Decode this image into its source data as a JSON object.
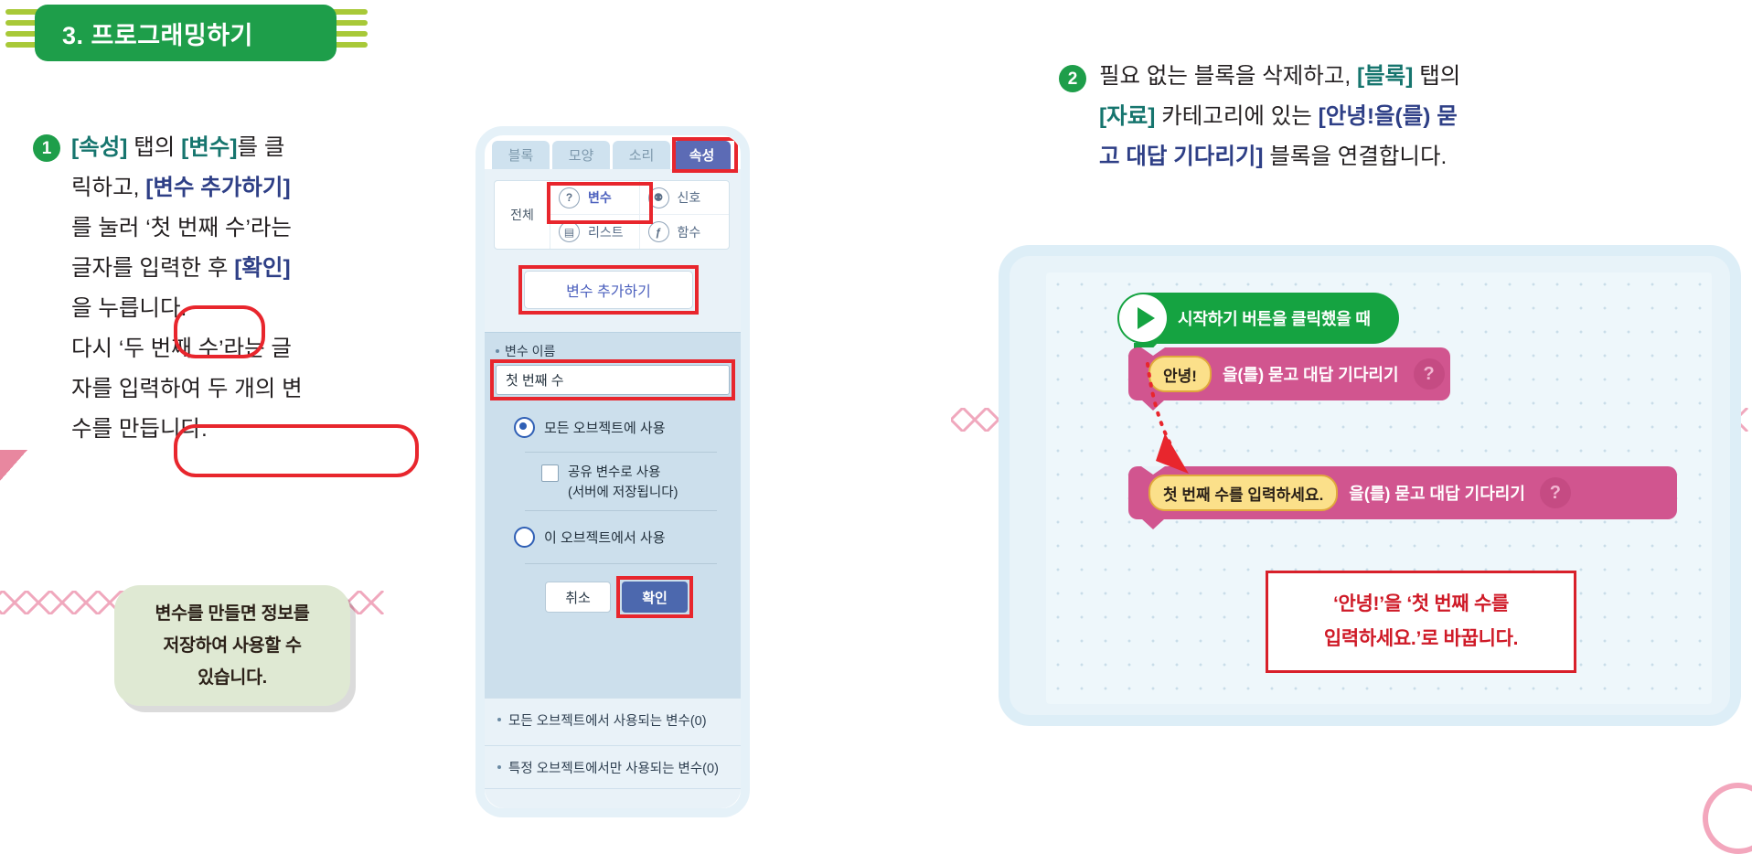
{
  "header": {
    "number": "3.",
    "title": "3. 프로그래밍하기",
    "banner_color": "#1e9e4a",
    "fringe_color": "#a8c938"
  },
  "steps": [
    {
      "number": "❶",
      "marker": "1",
      "lines": [
        [
          {
            "t": "[속성]",
            "s": "teal"
          },
          {
            "t": " 탭의 ",
            "s": "plain"
          },
          {
            "t": "[변수]",
            "s": "teal"
          },
          {
            "t": "를 클",
            "s": "plain"
          }
        ],
        [
          {
            "t": "릭하고, ",
            "s": "plain"
          },
          {
            "t": "[변수 추가하기]",
            "s": "navy"
          }
        ],
        [
          {
            "t": "를 눌러 ‘첫 번째 수’라는",
            "s": "plain"
          }
        ],
        [
          {
            "t": "글자를 입력한 후 ",
            "s": "plain"
          },
          {
            "t": "[확인]",
            "s": "navy"
          }
        ],
        [
          {
            "t": "을 누릅니다.",
            "s": "plain"
          }
        ],
        [
          {
            "t": "다시 ‘두 번째 수’라는 글",
            "s": "plain"
          }
        ],
        [
          {
            "t": "자를 입력하여 두 개의 변",
            "s": "plain"
          }
        ],
        [
          {
            "t": "수를 만듭니다.",
            "s": "plain"
          }
        ]
      ]
    },
    {
      "number": "❷",
      "marker": "2",
      "lines": [
        [
          {
            "t": "필요 없는 블록을 삭제하고, ",
            "s": "plain"
          },
          {
            "t": "[블록]",
            "s": "teal"
          },
          {
            "t": " 탭의",
            "s": "plain"
          }
        ],
        [
          {
            "t": "[자료]",
            "s": "teal"
          },
          {
            "t": " 카테고리에 있는 ",
            "s": "plain"
          },
          {
            "t": "[안녕!을(를) 묻",
            "s": "navy"
          }
        ],
        [
          {
            "t": "고 대답 기다리기]",
            "s": "navy"
          },
          {
            "t": " 블록을 연결합니다.",
            "s": "plain"
          }
        ]
      ]
    }
  ],
  "tip_bubble": {
    "lines": [
      "변수를 만들면 정보를",
      "저장하여 사용할 수",
      "있습니다."
    ],
    "bg_color": "#dfe9d3"
  },
  "entry_panel": {
    "tabs": [
      {
        "label": "블록",
        "active": false
      },
      {
        "label": "모양",
        "active": false
      },
      {
        "label": "소리",
        "active": false
      },
      {
        "label": "속성",
        "active": true
      }
    ],
    "category_group_label": "전체",
    "categories": [
      {
        "label": "변수",
        "icon": "question-icon",
        "icon_glyph": "?",
        "selected": true
      },
      {
        "label": "신호",
        "icon": "signal-icon",
        "icon_glyph": "⚉",
        "selected": false
      },
      {
        "label": "리스트",
        "icon": "list-icon",
        "icon_glyph": "▤",
        "selected": false
      },
      {
        "label": "함수",
        "icon": "function-icon",
        "icon_glyph": "ƒ",
        "selected": false
      }
    ],
    "add_variable_button": "변수 추가하기",
    "form": {
      "name_label": "변수 이름",
      "name_value": "첫 번째 수",
      "scope_all": "모든 오브젝트에 사용",
      "shared_check_line1": "공유 변수로 사용",
      "shared_check_line2": "(서버에 저장됩니다)",
      "scope_object": "이 오브젝트에서 사용",
      "cancel": "취소",
      "confirm": "확인"
    },
    "variable_lists": [
      "모든 오브젝트에서 사용되는 변수(0)",
      "특정 오브젝트에서만 사용되는 변수(0)"
    ],
    "highlight_color": "#e8262d"
  },
  "workspace": {
    "blocks": [
      {
        "type": "hat",
        "name": "start-block",
        "label": "시작하기 버튼을 클릭했을 때",
        "color": "#15a341"
      },
      {
        "type": "ask",
        "name": "ask-block-original",
        "value": "안녕!",
        "label": "을(를) 묻고 대답 기다리기",
        "badge": "?",
        "color": "#d1558f",
        "value_color": "#fbe08a"
      },
      {
        "type": "ask",
        "name": "ask-block-edited",
        "value": "첫 번째 수를 입력하세요.",
        "label": "을(를) 묻고 대답 기다리기",
        "badge": "?",
        "color": "#d1558f",
        "value_color": "#fbe08a"
      }
    ],
    "note": {
      "lines": [
        "‘안녕!’을 ‘첫 번째 수를",
        "입력하세요.’로 바꿉니다."
      ],
      "color": "#cf1a27"
    }
  }
}
